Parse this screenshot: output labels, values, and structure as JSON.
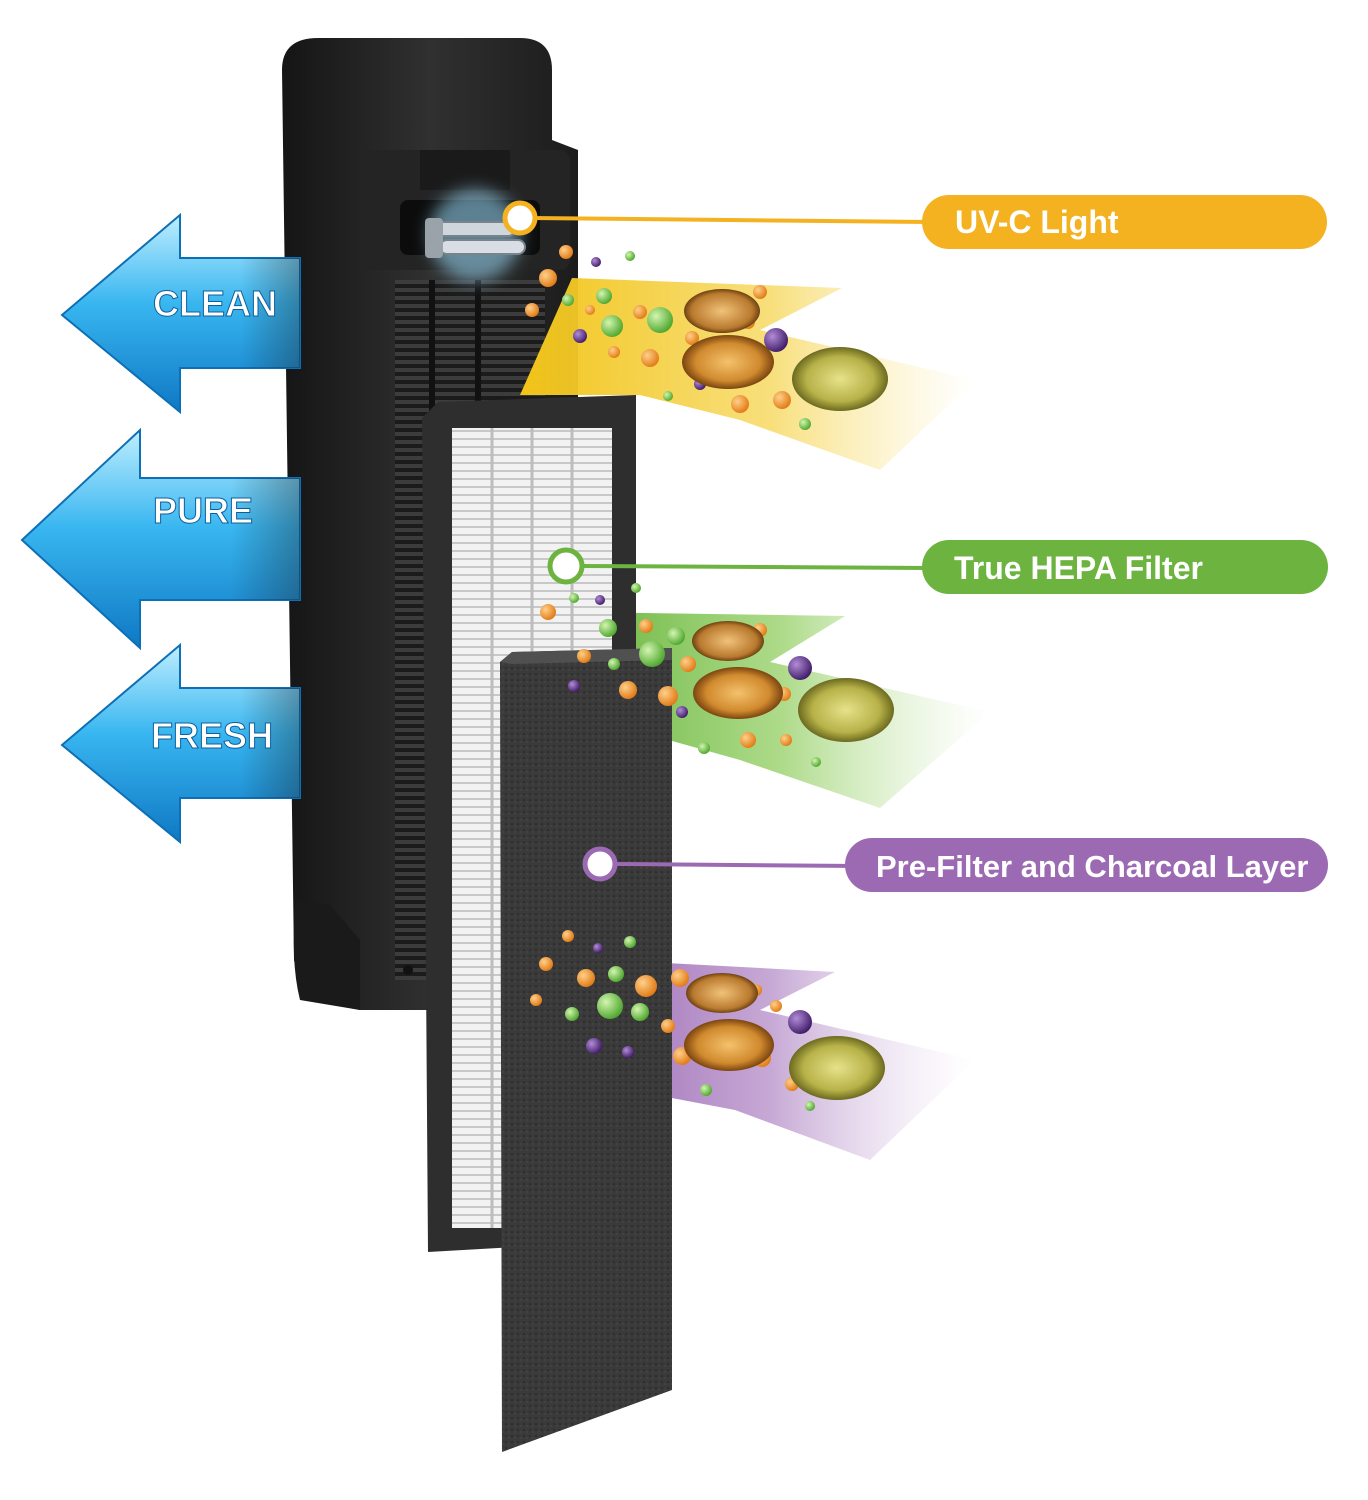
{
  "arrows": [
    {
      "label": "CLEAN"
    },
    {
      "label": "PURE"
    },
    {
      "label": "FRESH"
    }
  ],
  "callouts": [
    {
      "label": "UV-C Light",
      "color": "#f4b120"
    },
    {
      "label": "True HEPA Filter",
      "color": "#6db33f"
    },
    {
      "label": "Pre-Filter and Charcoal Layer",
      "color": "#9b6ab2"
    }
  ],
  "colors": {
    "arrow_blue": "#29a9e6",
    "arrow_blue_light": "#8fdaf9",
    "unit_body": "#2b2b2b",
    "particle_orange": "#f08a1c",
    "particle_green": "#6cc04a",
    "particle_purple": "#5b2c83"
  }
}
